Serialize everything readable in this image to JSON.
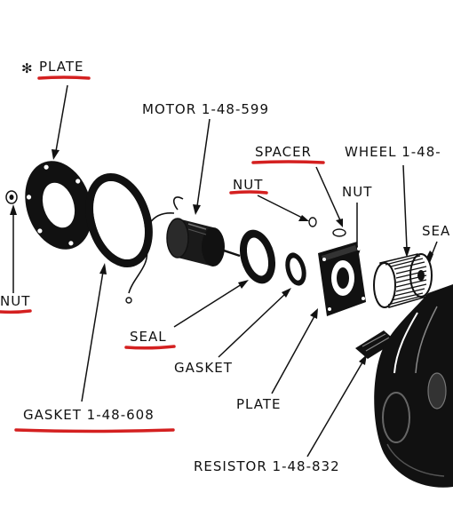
{
  "labels": {
    "plate_top": "PLATE",
    "plate_marker": "✻",
    "motor": "MOTOR 1-48-599",
    "spacer": "SPACER",
    "wheel": "WHEEL 1-48-",
    "nut_upper": "NUT",
    "nut_right": "NUT",
    "seal_right": "SEA",
    "nut_left": "NUT",
    "seal": "SEAL",
    "gasket_small": "GASKET",
    "plate_lower": "PLATE",
    "gasket_large": "GASKET 1-48-608",
    "resistor": "RESISTOR 1-48-832"
  },
  "colors": {
    "ink": "#111111",
    "highlight": "#d42020",
    "paper": "#ffffff"
  }
}
